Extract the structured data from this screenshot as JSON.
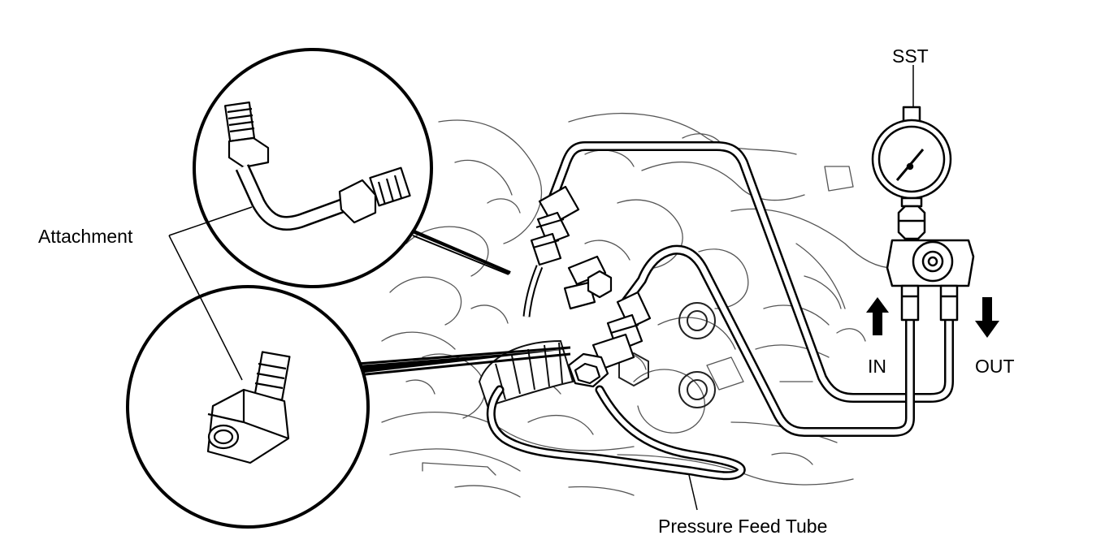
{
  "labels": {
    "sst": "SST",
    "attachment": "Attachment",
    "in": "IN",
    "out": "OUT",
    "pressure_feed_tube": "Pressure Feed Tube"
  },
  "colors": {
    "ink": "#000000",
    "paper": "#ffffff",
    "sketch": "#555555"
  },
  "icons": {
    "in_arrow": "arrow-up-icon",
    "out_arrow": "arrow-down-icon",
    "gauge": "pressure-gauge-icon"
  }
}
